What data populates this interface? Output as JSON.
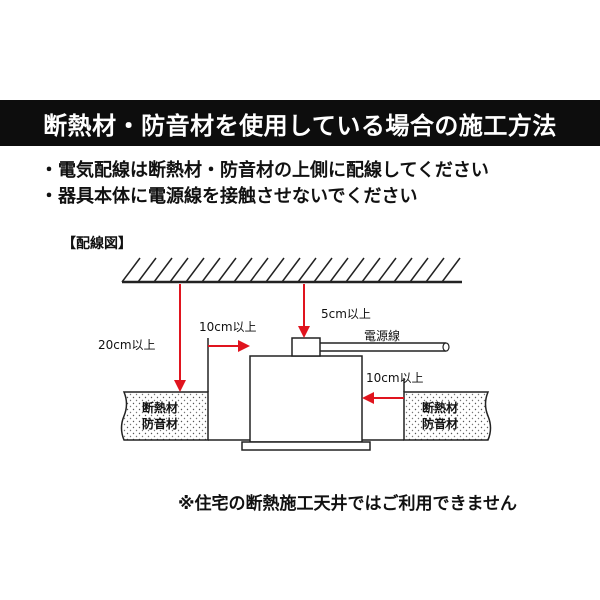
{
  "banner": {
    "title": "断熱材・防音材を使用している場合の施工方法"
  },
  "notes": [
    "・電気配線は断熱材・防音材の上側に配線してください",
    "・器具本体に電源線を接触させないでください"
  ],
  "diagram": {
    "title": "【配線図】",
    "labels": {
      "height_20cm": "20cm以上",
      "gap_left_10cm": "10cm以上",
      "top_5cm": "5cm以上",
      "power_wire": "電源線",
      "gap_right_10cm": "10cm以上"
    },
    "insulation_left": {
      "line1": "断熱材",
      "line2": "防音材"
    },
    "insulation_right": {
      "line1": "断熱材",
      "line2": "防音材"
    },
    "colors": {
      "arrow": "#e0141e",
      "line": "#222222",
      "banner_bg": "#0d0d0d"
    }
  },
  "footer": {
    "note": "※住宅の断熱施工天井ではご利用できません"
  }
}
